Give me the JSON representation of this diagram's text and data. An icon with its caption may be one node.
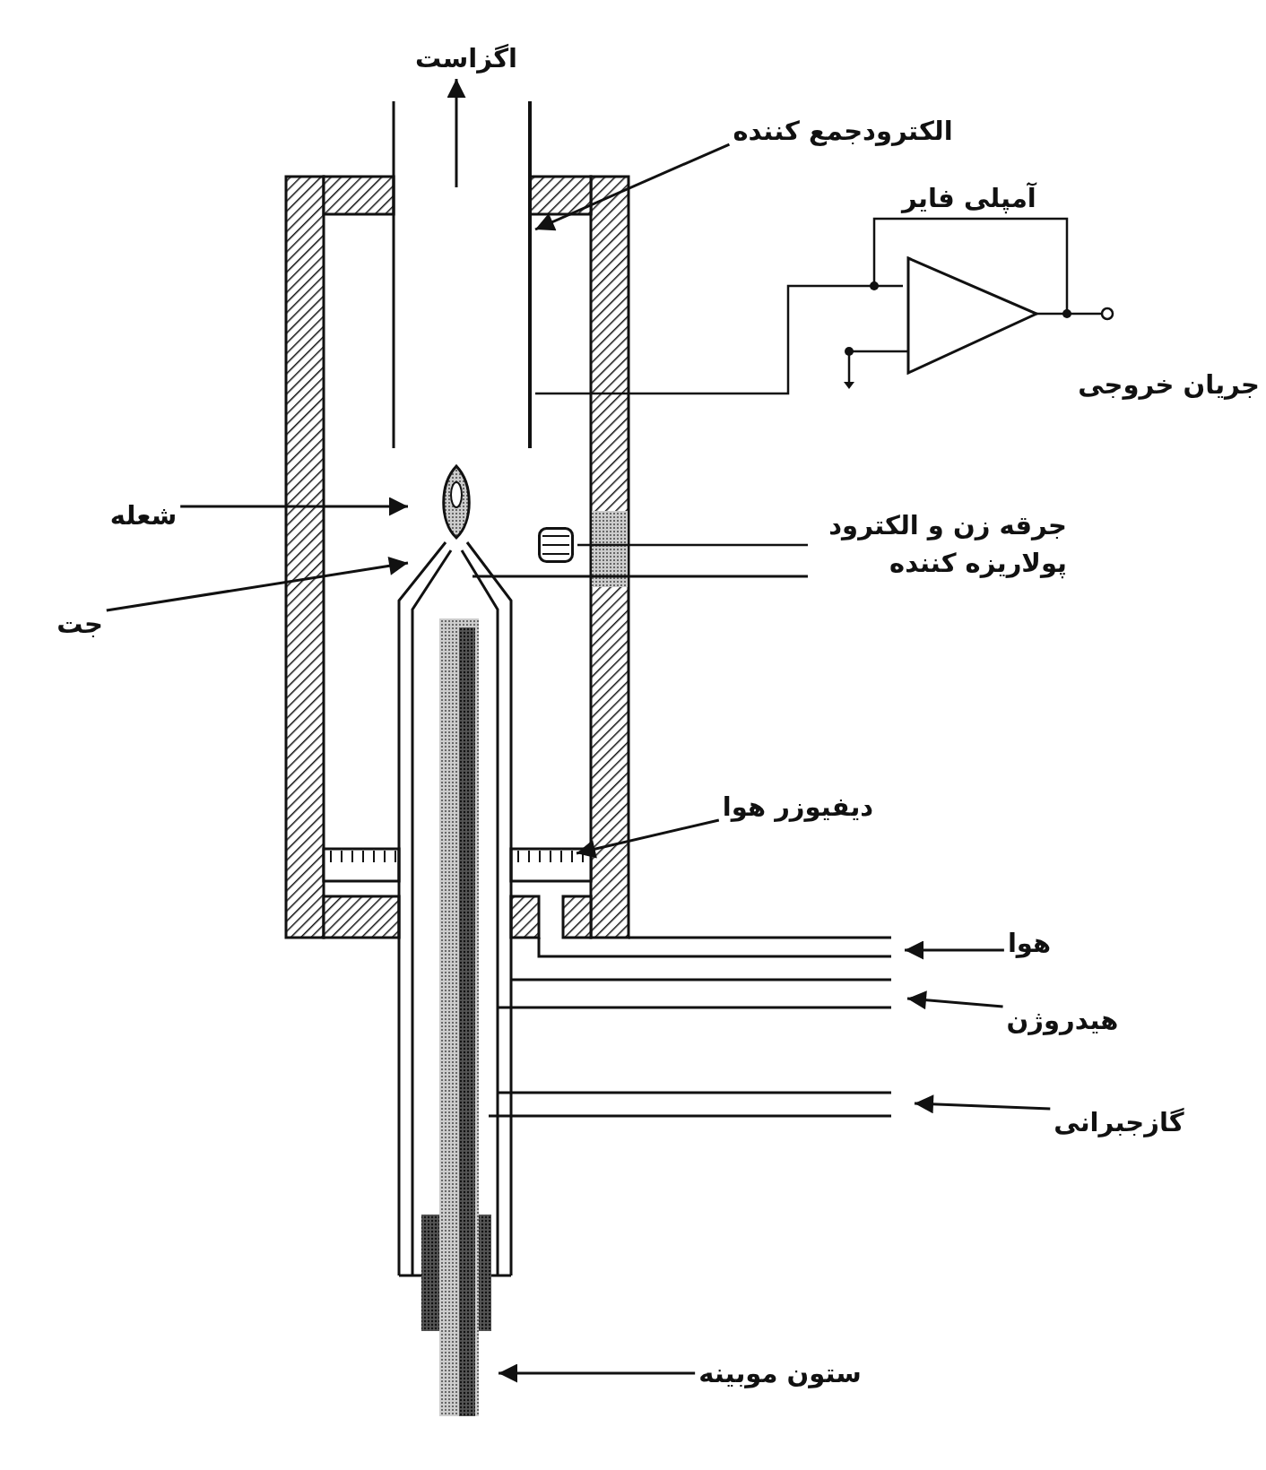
{
  "diagram": {
    "nodes": [
      {
        "text": [
          "اگزاست"
        ]
      },
      {
        "text": [
          "الکترودجمع کننده"
        ]
      },
      {
        "text": [
          "آمپلی فایر"
        ]
      },
      {
        "text": [
          "شعله"
        ]
      },
      {
        "text": [
          "جت"
        ]
      },
      {
        "text": [
          "جرقه زن و الکترود پولاریزه کننده"
        ]
      },
      {
        "text": [
          "دیفیوزر هوا"
        ]
      },
      {
        "text": [
          "هوا"
        ]
      },
      {
        "text": [
          "هیدروژن"
        ]
      },
      {
        "text": [
          "گازجبرانی"
        ]
      },
      {
        "text": [
          "ستون موبینه"
        ]
      },
      {
        "text": [],
        "shape": "bar"
      },
      {
        "text": [],
        "shape": "coil"
      }
    ],
    "edges": [
      {
        "from": null,
        "to": 0,
        "arrow": "to"
      },
      {
        "from": 1,
        "to": 11,
        "arrow": "to"
      },
      {
        "from": 3,
        "to": null,
        "arrow": "to"
      },
      {
        "from": 4,
        "to": null,
        "arrow": "to"
      },
      {
        "from": 5,
        "to": 12,
        "arrow": "none"
      },
      {
        "from": 5,
        "to": null,
        "arrow": "none"
      },
      {
        "from": 6,
        "to": null,
        "arrow": "to"
      },
      {
        "from": 7,
        "to": null,
        "arrow": "to"
      },
      {
        "from": 8,
        "to": null,
        "arrow": "to"
      },
      {
        "from": 9,
        "to": null,
        "arrow": "to"
      },
      {
        "from": 10,
        "to": null,
        "arrow": "to"
      },
      {
        "from": 11,
        "to": 2,
        "arrow": "none"
      }
    ],
    "labels": [
      "جریان خروجی"
    ]
  }
}
